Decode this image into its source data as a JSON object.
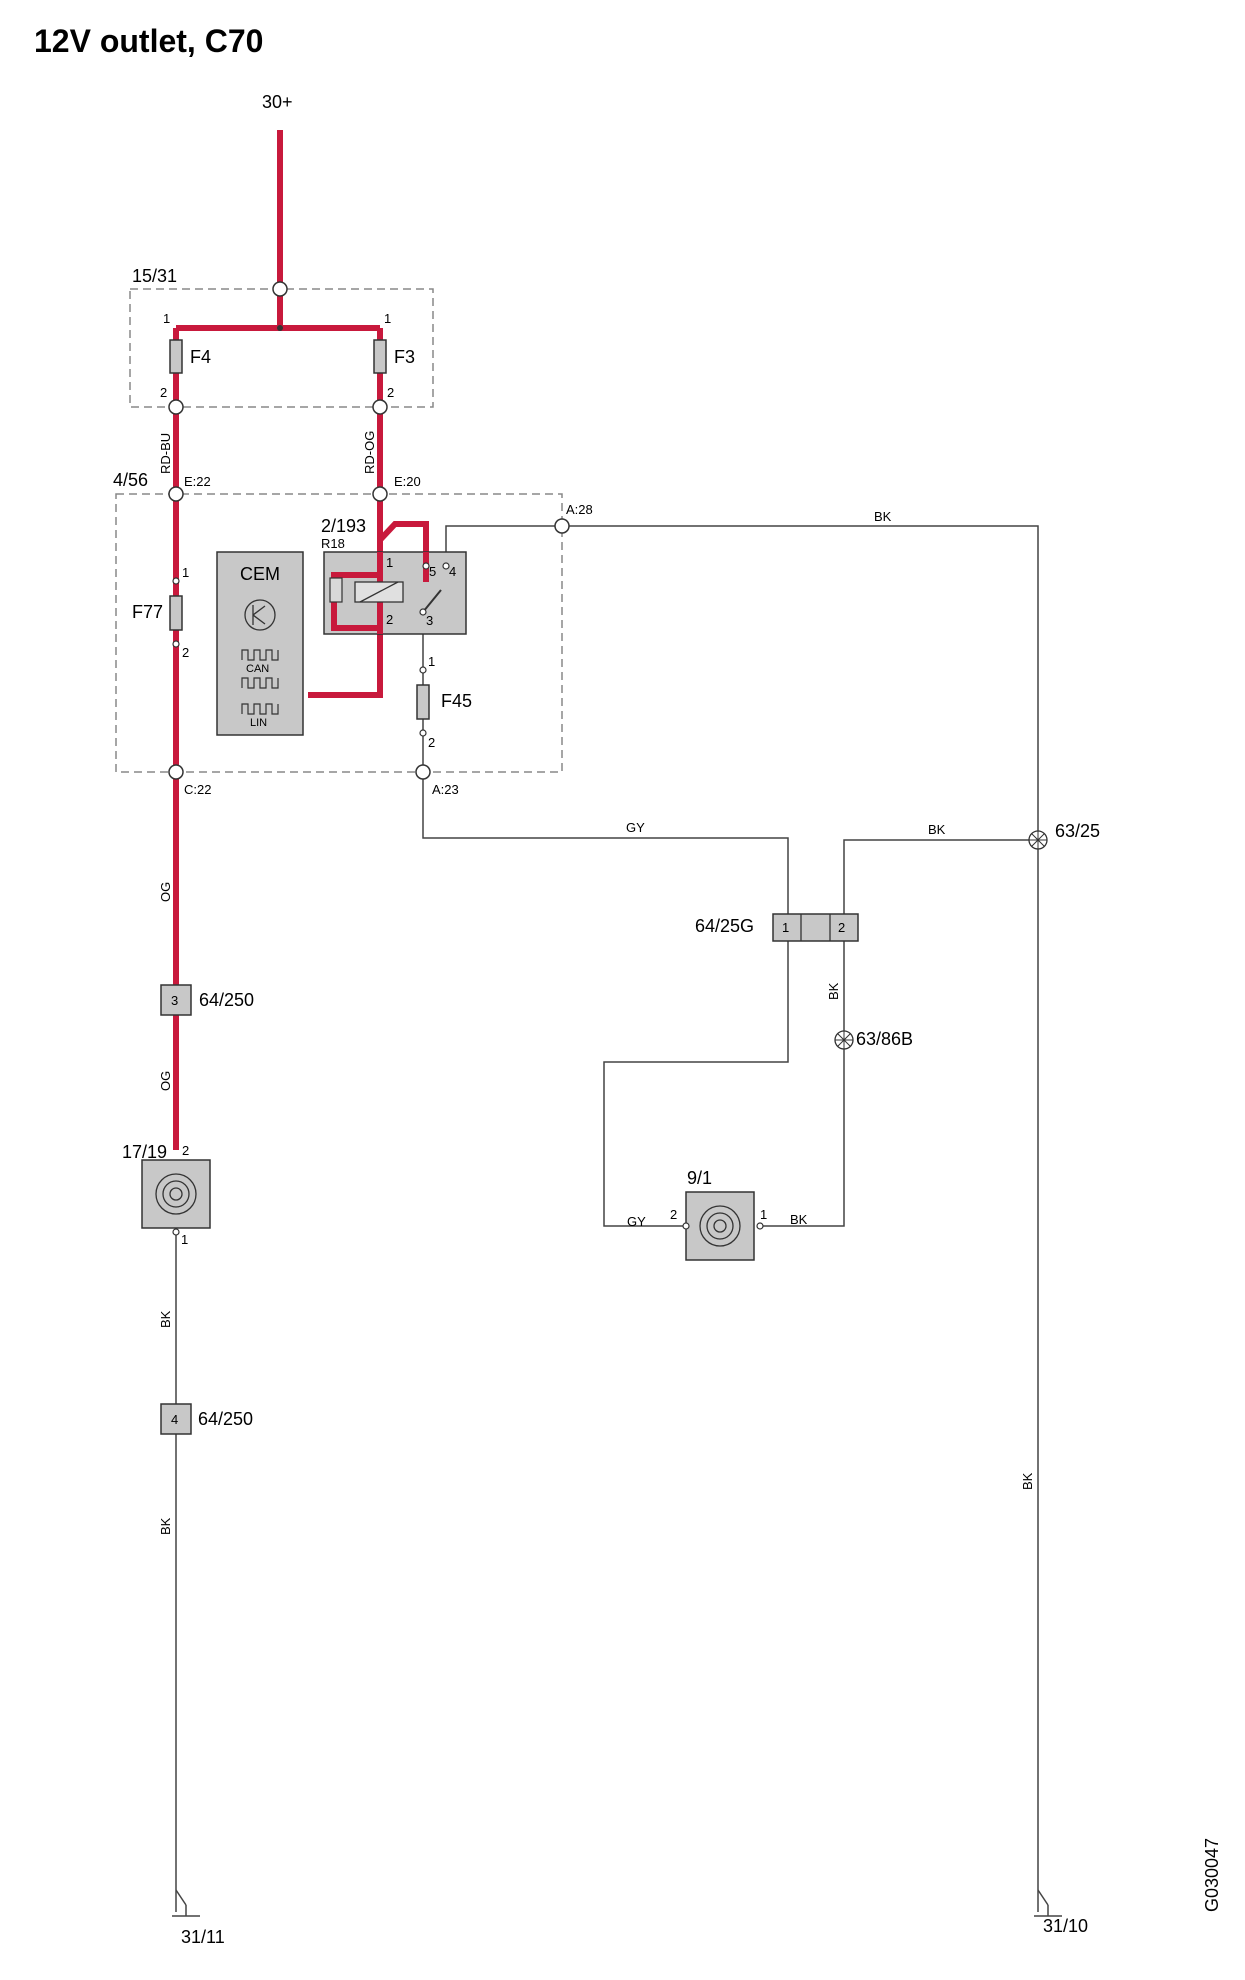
{
  "title": "12V outlet, C70",
  "doc_code": "G030047",
  "supply": {
    "label": "30+"
  },
  "fuse_box": {
    "id": "15/31"
  },
  "fuses": {
    "f4": {
      "label": "F4",
      "pin_top": "1",
      "pin_bottom": "2"
    },
    "f3": {
      "label": "F3",
      "pin_top": "1",
      "pin_bottom": "2"
    },
    "f77": {
      "label": "F77",
      "pin_top": "1",
      "pin_bottom": "2"
    },
    "f45": {
      "label": "F45",
      "pin_top": "1",
      "pin_bottom": "2"
    }
  },
  "wire_colors": {
    "rd_bu": "RD-BU",
    "rd_og": "RD-OG",
    "og_upper": "OG",
    "og_lower": "OG",
    "bk_upper": "BK",
    "bk_lower": "BK",
    "bk_top": "BK",
    "bk_mid": "BK",
    "bk_vertical": "BK",
    "bk_right": "BK",
    "bk_socket": "BK",
    "gy_top": "GY",
    "gy_socket": "GY"
  },
  "module": {
    "id": "4/56",
    "connector_e22": "E:22",
    "connector_e20": "E:20",
    "connector_a28": "A:28",
    "connector_c22": "C:22",
    "connector_a23": "A:23"
  },
  "relay": {
    "id": "2/193",
    "ref": "R18",
    "pin1": "1",
    "pin2": "2",
    "pin3": "3",
    "pin4": "4",
    "pin5": "5"
  },
  "cem": {
    "label": "CEM",
    "can": "CAN",
    "lin": "LIN"
  },
  "connectors": {
    "c64_250_top": {
      "id": "64/250",
      "pin": "3"
    },
    "c64_250_bottom": {
      "id": "64/250",
      "pin": "4"
    },
    "c64_25g": {
      "id": "64/25G",
      "pin1": "1",
      "pin2": "2"
    }
  },
  "splices": {
    "s63_25": "63/25",
    "s63_86b": "63/86B"
  },
  "sockets": {
    "s17_19": {
      "id": "17/19",
      "pin_top": "2",
      "pin_bottom": "1"
    },
    "s9_1": {
      "id": "9/1",
      "pin_left": "2",
      "pin_right": "1"
    }
  },
  "grounds": {
    "g31_11": "31/11",
    "g31_10": "31/10"
  },
  "colors": {
    "power_wire": "#c8193c",
    "component_fill": "#c8c8c8",
    "signal_wire": "#444444"
  }
}
